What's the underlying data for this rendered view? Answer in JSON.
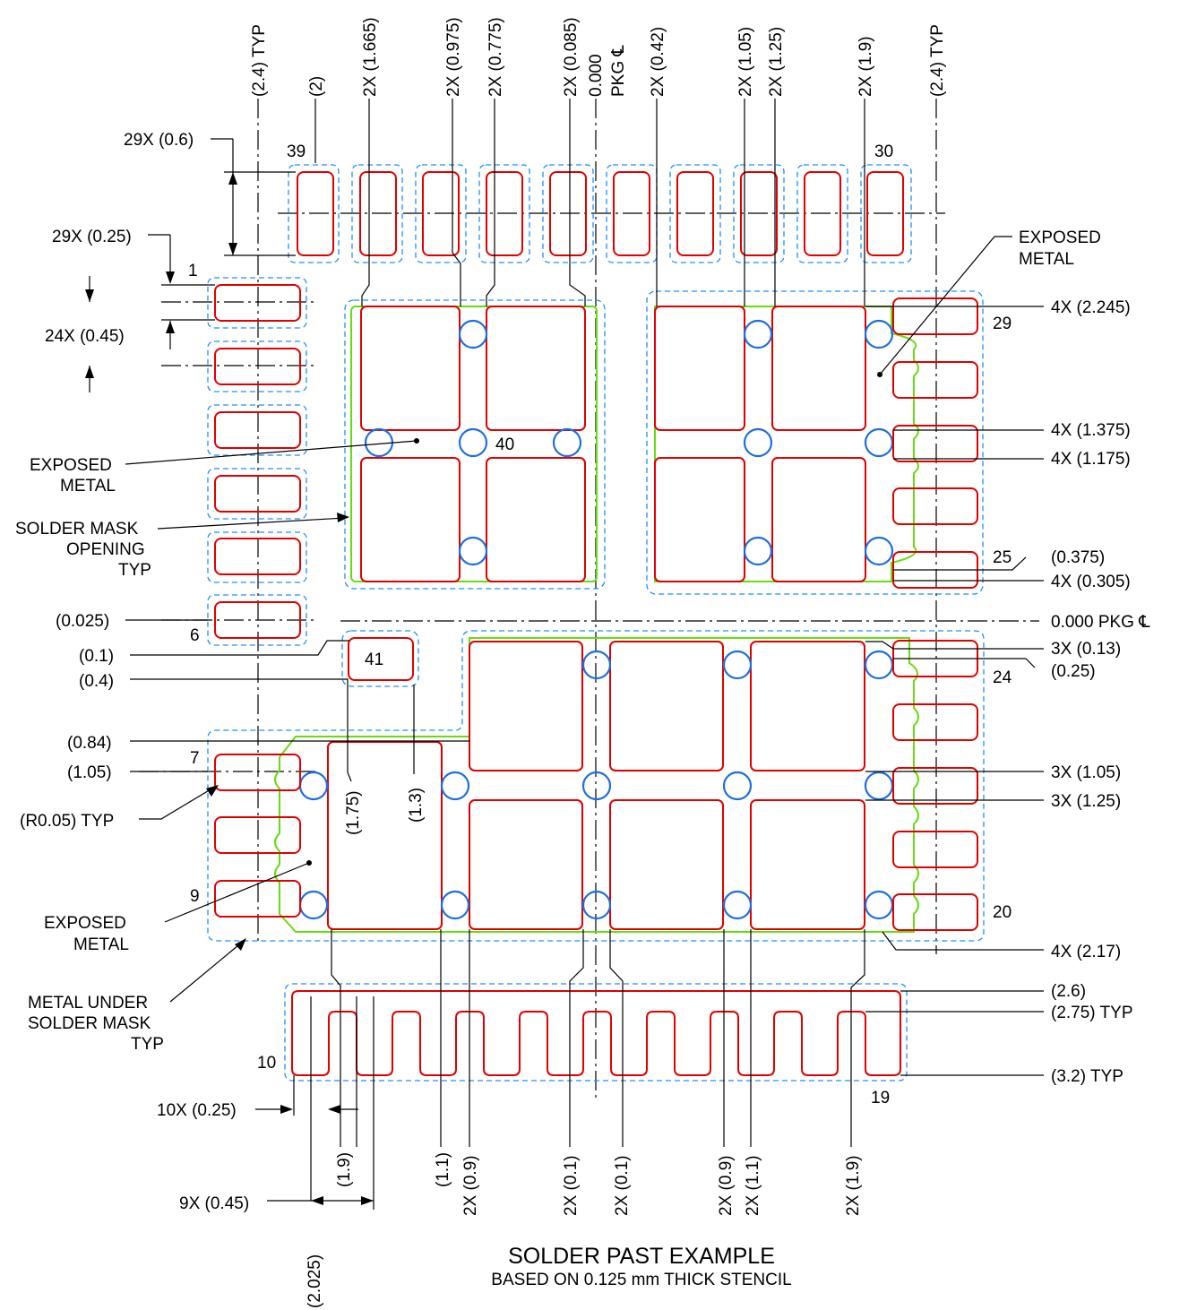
{
  "drawing": {
    "title": "SOLDER PAST EXAMPLE",
    "subtitle": "BASED ON 0.125 mm THICK STENCIL"
  },
  "colors": {
    "pad": "#e00000",
    "solder_mask_opening": "#66dd11",
    "metal_under_mask": "#1e90ff",
    "via": "#1e6fe0",
    "line": "#000000"
  },
  "top_dims": {
    "d1": "(2.4) TYP",
    "d2": "(2)",
    "d3": "2X (1.665)",
    "d4": "2X (0.975)",
    "d5": "2X (0.775)",
    "d6": "2X (0.085)",
    "d7": "0.000",
    "d7b": "PKG ℄",
    "d8": "2X (0.42)",
    "d9": "2X (1.05)",
    "d10": "2X (1.25)",
    "d11": "2X (1.9)",
    "d12": "(2.4) TYP"
  },
  "left_dims": {
    "l1": "29X (0.6)",
    "l2": "29X (0.25)",
    "l3": "24X (0.45)",
    "l4": "(0.025)",
    "l5": "(0.1)",
    "l6": "(0.4)",
    "l7": "(0.84)",
    "l8": "(1.05)",
    "l9": "(R0.05) TYP"
  },
  "right_dims": {
    "r1": "4X (2.245)",
    "r2": "4X (1.375)",
    "r3": "4X (1.175)",
    "r4": "(0.375)",
    "r5": "4X (0.305)",
    "r6": "0.000 PKG ℄",
    "r7": "3X (0.13)",
    "r8": "(0.25)",
    "r9": "3X (1.05)",
    "r10": "3X (1.25)",
    "r11": "4X (2.17)",
    "r12": "(2.6)",
    "r13": "(2.75) TYP",
    "r14": "(3.2) TYP"
  },
  "inner_dims": {
    "i1": "(1.75)",
    "i2": "(1.3)"
  },
  "bottom_dims": {
    "b1": "10X (0.25)",
    "b2": "(1.9)",
    "b3": "9X (0.45)",
    "b4": "(2.025)",
    "b5": "(1.1)",
    "b6": "2X (0.9)",
    "b7": "2X (0.1)",
    "b8": "2X (0.1)",
    "b9": "2X (0.9)",
    "b10": "2X (1.1)",
    "b11": "2X (1.9)"
  },
  "pins": {
    "p1": "1",
    "p6": "6",
    "p7": "7",
    "p9": "9",
    "p10": "10",
    "p19": "19",
    "p20": "20",
    "p24": "24",
    "p25": "25",
    "p29": "29",
    "p30": "30",
    "p39": "39",
    "p40": "40",
    "p41": "41"
  },
  "notes": {
    "exposed_metal_left_1": "EXPOSED",
    "exposed_metal_left_2": "METAL",
    "solder_mask_1": "SOLDER MASK",
    "solder_mask_2": "OPENING",
    "solder_mask_3": "TYP",
    "exposed_metal_lower_1": "EXPOSED",
    "exposed_metal_lower_2": "METAL",
    "metal_under_1": "METAL UNDER",
    "metal_under_2": "SOLDER MASK",
    "metal_under_3": "TYP",
    "exposed_metal_right_1": "EXPOSED",
    "exposed_metal_right_2": "METAL"
  }
}
